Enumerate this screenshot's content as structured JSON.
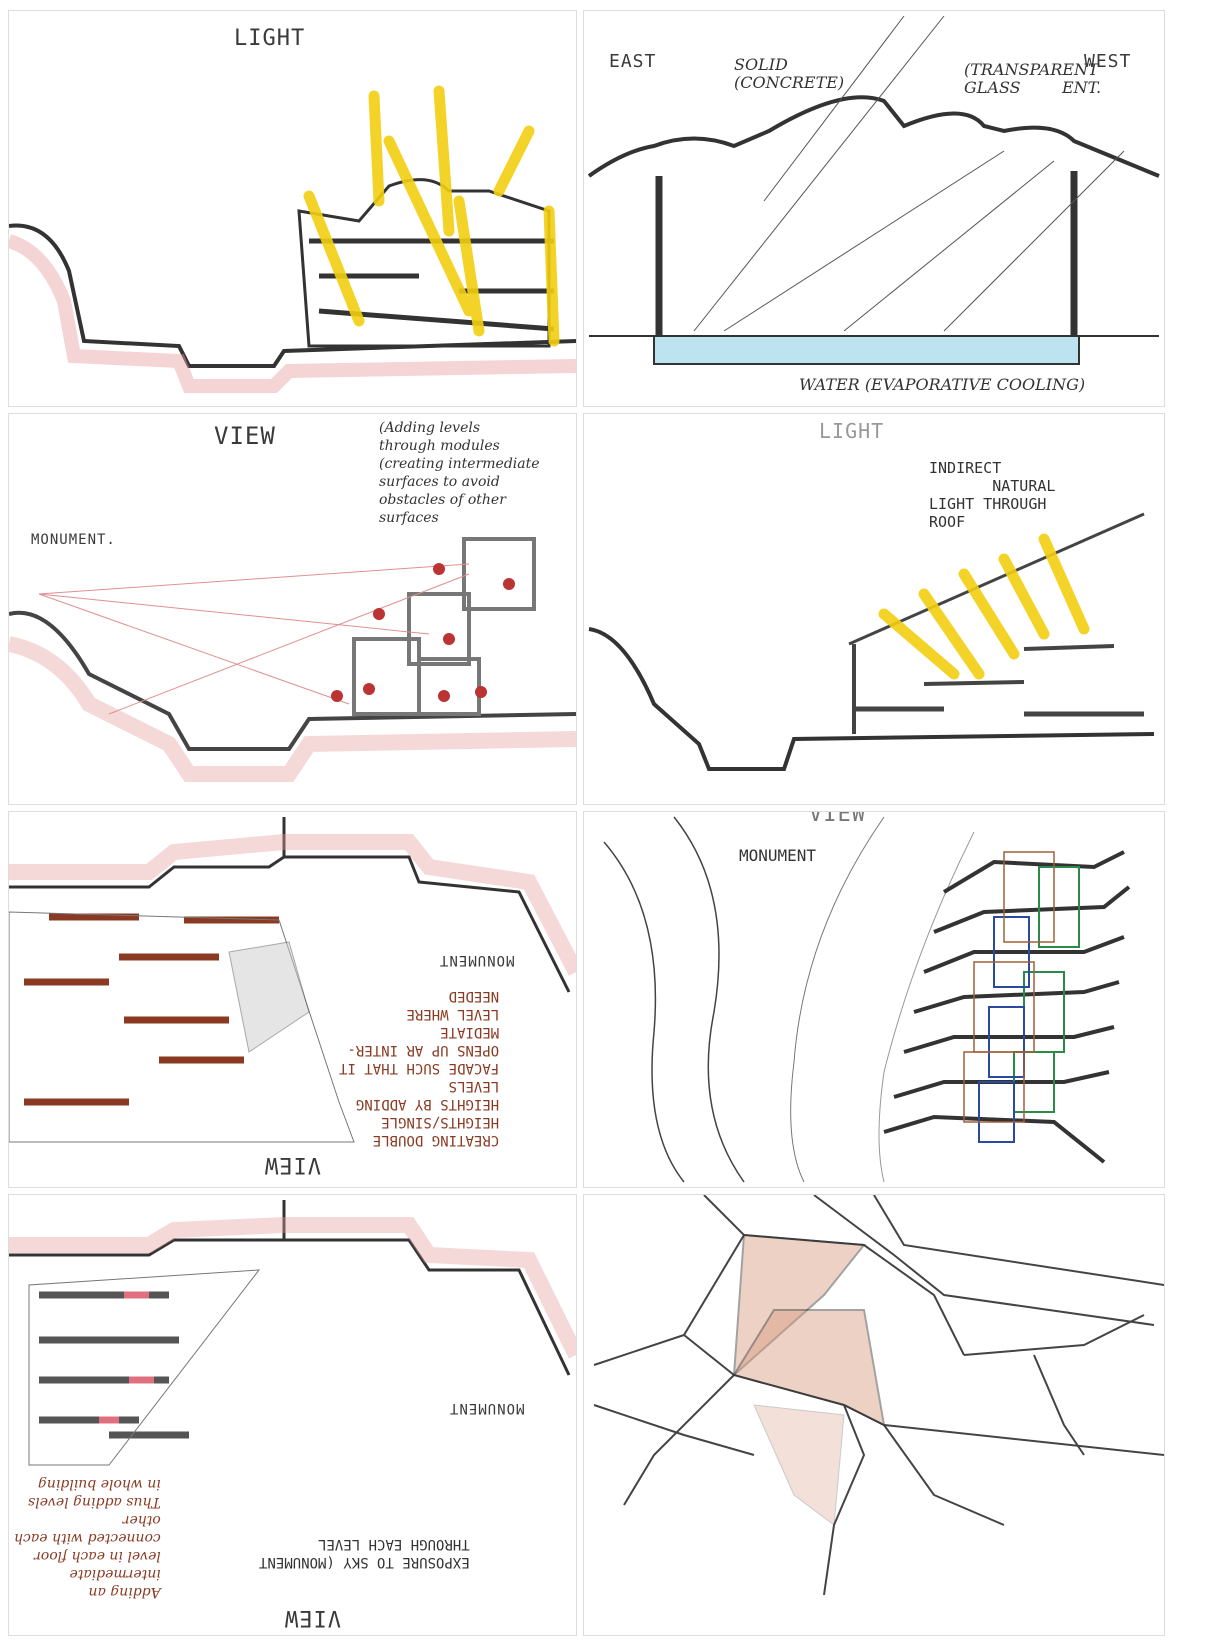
{
  "cards": {
    "c1": {
      "title": "LIGHT"
    },
    "c2": {
      "east": "EAST",
      "west": "WEST",
      "solid": "SOLID\n(CONCRETE)",
      "transparent": "(TRANSPARENT\nGLASS",
      "transparent_end": "ENT.",
      "water": "WATER (EVAPORATIVE COOLING)"
    },
    "c3": {
      "title": "VIEW",
      "monument": "MONUMENT.",
      "note": "(Adding levels\nthrough modules\n(creating intermediate\nsurfaces to avoid\nobstacles of other\nsurfaces"
    },
    "c4": {
      "title": "LIGHT",
      "note": "INDIRECT\n       NATURAL\nLIGHT THROUGH\nROOF"
    },
    "c5": {
      "title": "VIEW",
      "monument": "MONUMENT",
      "note": "CREATING DOUBLE\nHEIGHTS/SINGLE\nHEIGHTS BY ADDING\nLEVELS\nFACADE SUCH THAT IT\nOPENS UP AR INTER-\nMEDIATE\nLEVEL WHERE\nNEEDED"
    },
    "c6": {
      "title": "VIEW",
      "monument": "MONUMENT"
    },
    "c7": {
      "title": "VIEW",
      "monument": "MONUMENT",
      "exposure": "EXPOSURE TO SKY (MONUMENT\nTHROUGH EACH LEVEL",
      "note": "Adding an\nintermediate\nlevel in each floor\nconnected with each\nother\nThus adding levels\nin whole building"
    }
  }
}
